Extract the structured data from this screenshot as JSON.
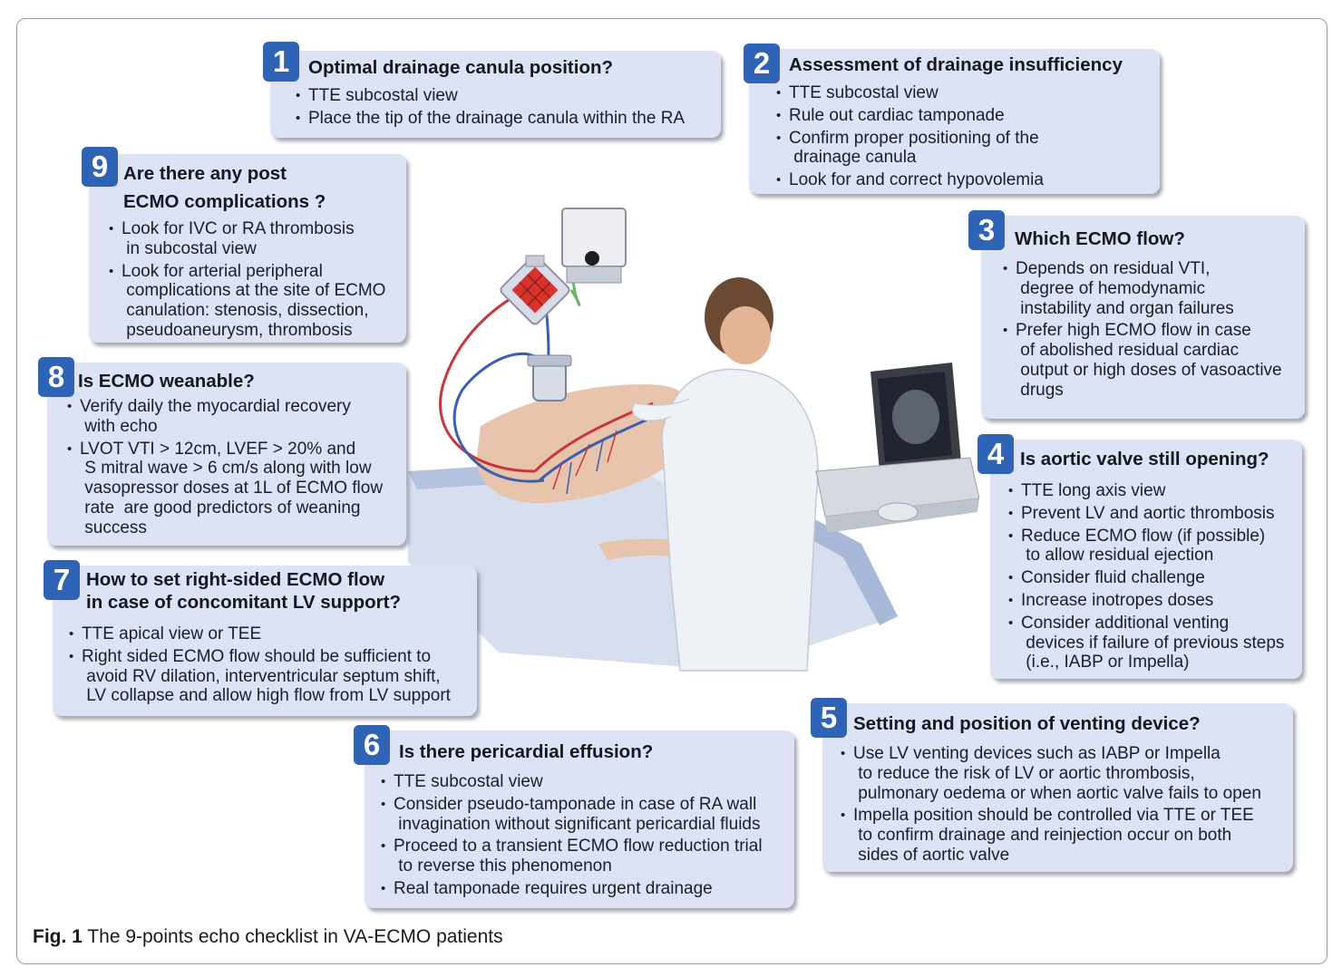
{
  "caption": {
    "label": "Fig. 1",
    "text": "The 9-points echo checklist in VA-ECMO patients"
  },
  "steps": [
    {
      "number": "1",
      "title": "Optimal drainage canula position?",
      "items": [
        "TTE subcostal view",
        "Place the tip of the drainage canula within the RA"
      ]
    },
    {
      "number": "2",
      "title": "Assessment of drainage insufficiency",
      "items": [
        "TTE subcostal view",
        "Rule out cardiac tamponade",
        "Confirm proper positioning of the\n drainage canula",
        "Look for and correct hypovolemia"
      ]
    },
    {
      "number": "3",
      "title": "Which ECMO flow?",
      "items": [
        "Depends on residual VTI,\n degree of hemodynamic\n instability and organ failures",
        "Prefer high ECMO flow in case\n of abolished residual cardiac\n output or high doses of vasoactive\n drugs"
      ]
    },
    {
      "number": "4",
      "title": "Is aortic valve still opening?",
      "items": [
        "TTE long axis view",
        "Prevent LV and aortic thrombosis",
        "Reduce ECMO flow (if possible)\n to allow residual ejection",
        "Consider fluid challenge",
        "Increase inotropes doses",
        "Consider additional venting\n devices if failure of previous steps\n (i.e., IABP or Impella)"
      ]
    },
    {
      "number": "5",
      "title": "Setting and position of venting device?",
      "items": [
        "Use LV venting devices such as IABP or Impella\n to reduce the risk of LV or aortic thrombosis,\n pulmonary oedema or when aortic valve fails to open",
        "Impella position should be controlled via TTE or TEE\n to confirm drainage and reinjection occur on both\n sides of aortic valve"
      ]
    },
    {
      "number": "6",
      "title": "Is there pericardial effusion?",
      "items": [
        "TTE subcostal view",
        "Consider pseudo-tamponade in case of RA wall\n invagination without significant pericardial fluids",
        "Proceed to a transient ECMO flow reduction trial\n to reverse this phenomenon",
        "Real tamponade requires urgent drainage"
      ]
    },
    {
      "number": "7",
      "title": "How to set right-sided ECMO flow\nin case of concomitant LV support?",
      "items": [
        "TTE apical view or TEE",
        "Right sided ECMO flow should be sufficient to\n avoid RV dilation, interventricular septum shift,\n LV collapse and allow high flow from LV support"
      ]
    },
    {
      "number": "8",
      "title": "Is ECMO weanable?",
      "items": [
        "Verify daily the myocardial recovery\n with echo",
        "LVOT VTI > 12cm, LVEF > 20% and\n S mitral wave > 6 cm/s along with low\n vasopressor doses at 1L of ECMO flow\n rate  are good predictors of weaning\n success"
      ]
    },
    {
      "number": "9",
      "title": "Are there any post\nECMO complications ?",
      "items": [
        "Look for IVC or RA thrombosis\n in subcostal view",
        "Look for arterial peripheral\n complications at the site of ECMO\n canulation: stenosis, dissection,\n pseudoaneurysm, thrombosis"
      ]
    }
  ],
  "colors": {
    "badge": "#2e63b6",
    "box": "#dde3f4",
    "arterial_line": "#c8363c",
    "venous_line": "#3a5fb0"
  }
}
